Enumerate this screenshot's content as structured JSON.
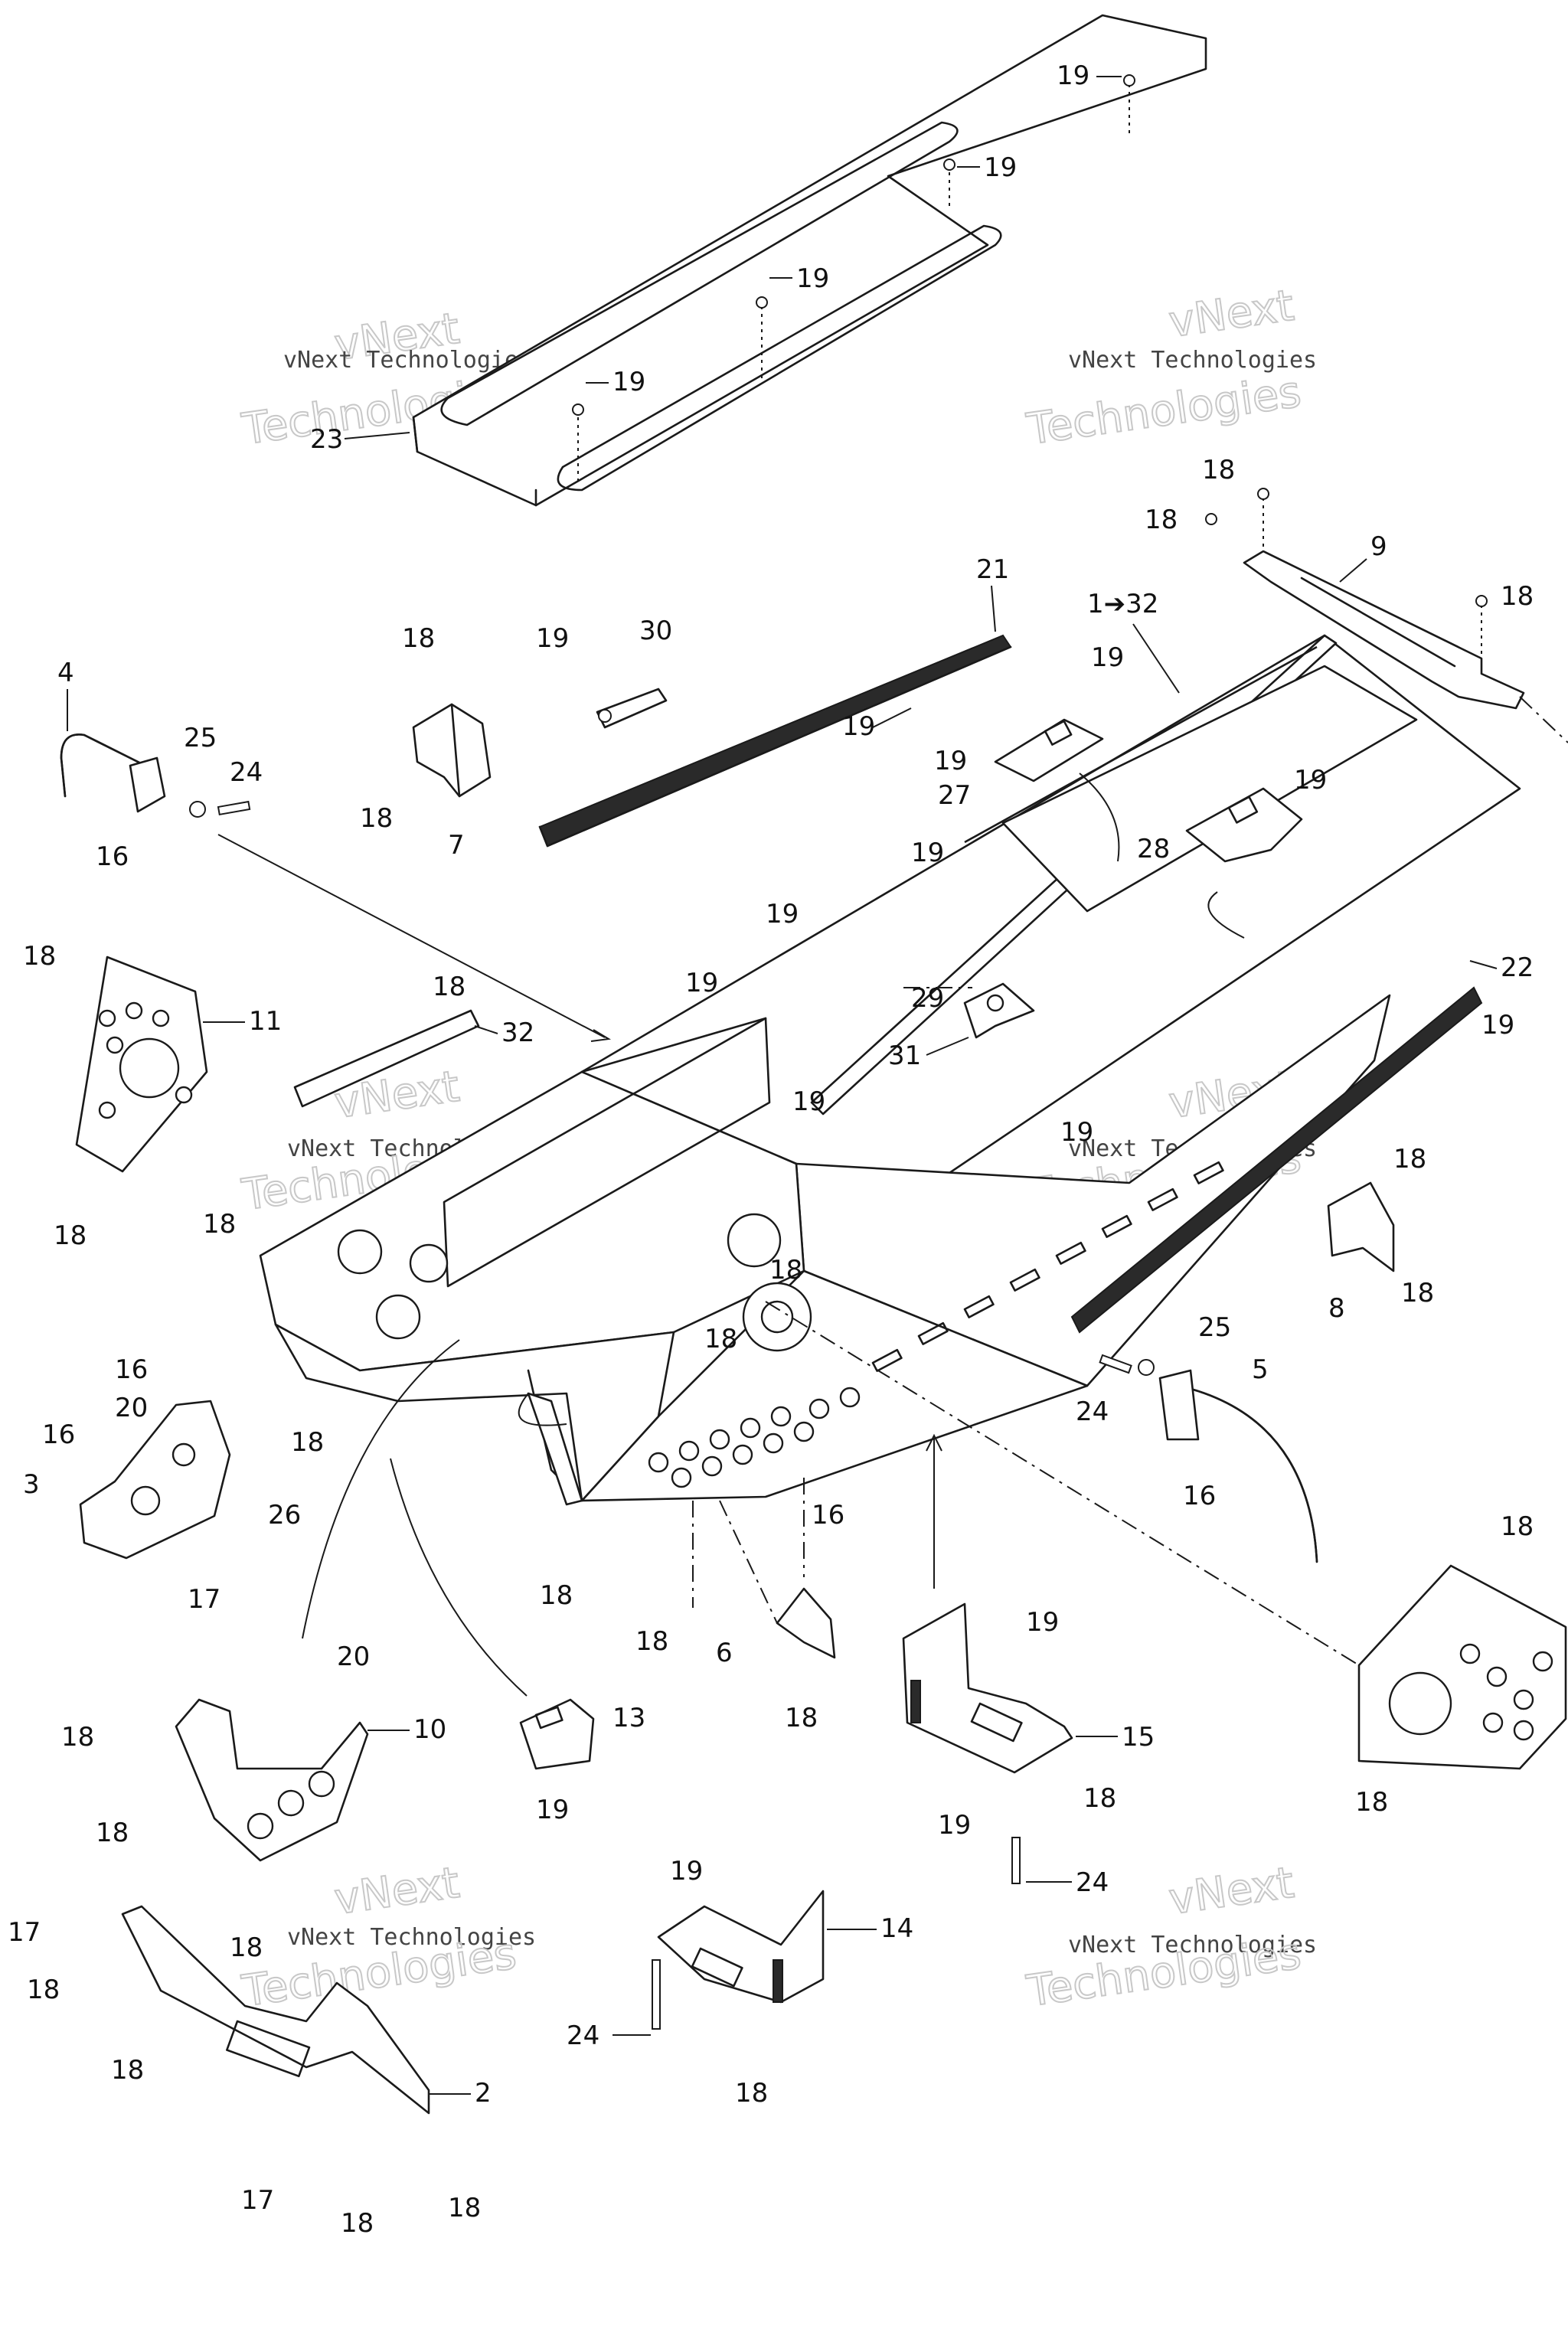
{
  "watermark": {
    "line1": "vNext",
    "line2": "vNext Technologies",
    "line3": "Technologies"
  },
  "callouts": {
    "c1": "19",
    "c2": "19",
    "c3": "19",
    "c4": "19",
    "c5": "23",
    "c6": "18",
    "c7": "18",
    "c8": "9",
    "c9": "18",
    "c10": "1➔32",
    "c11": "21",
    "c12": "19",
    "c13": "30",
    "c14": "18",
    "c15": "4",
    "c16": "25",
    "c17": "24",
    "c18": "16",
    "c19": "18",
    "c20": "7",
    "c21": "19",
    "c22": "19",
    "c23": "27",
    "c24": "19",
    "c25": "19",
    "c26": "28",
    "c27": "19",
    "c28": "19",
    "c29": "22",
    "c30": "19",
    "c31": "29",
    "c32": "31",
    "c33": "18",
    "c34": "11",
    "c35": "18",
    "c36": "32",
    "c37": "19",
    "c38": "19",
    "c39": "19",
    "c40": "18",
    "c41": "18",
    "c42": "18",
    "c43": "8",
    "c44": "18",
    "c45": "25",
    "c46": "5",
    "c47": "24",
    "c48": "16",
    "c49": "18",
    "c50": "18",
    "c51": "16",
    "c52": "20",
    "c53": "16",
    "c54": "3",
    "c55": "26",
    "c56": "17",
    "c57": "18",
    "c58": "16",
    "c59": "18",
    "c60": "18",
    "c61": "6",
    "c62": "18",
    "c63": "19",
    "c64": "15",
    "c65": "19",
    "c66": "18",
    "c67": "24",
    "c68": "18",
    "c69": "18",
    "c70": "20",
    "c71": "18",
    "c72": "10",
    "c73": "13",
    "c74": "19",
    "c75": "18",
    "c76": "18",
    "c77": "19",
    "c78": "14",
    "c79": "17",
    "c80": "18",
    "c81": "18",
    "c82": "2",
    "c83": "24",
    "c84": "18",
    "c85": "17",
    "c86": "18",
    "c87": "18"
  }
}
